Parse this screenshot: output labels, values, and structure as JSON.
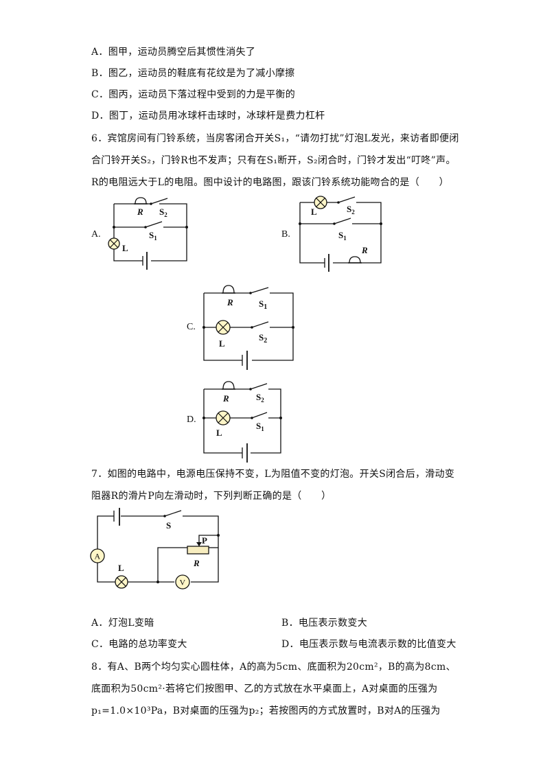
{
  "q5_options": [
    "A．图甲，运动员腾空后其惯性消失了",
    "B．图乙，运动员的鞋底有花纹是为了减小摩擦",
    "C．图丙，运动员下落过程中受到的力是平衡的",
    "D．图丁，运动员用冰球杆击球时，冰球杆是费力杠杆"
  ],
  "q6": {
    "line1": "6．宾馆房间有门铃系统，当房客闭合开关S₁，“请勿打扰”灯泡L发光，来访者即便闭",
    "line2": "合门铃开关S₂，门铃R也不发声；只有在S₁断开，S₂闭合时，门铃才发出“叮咚”声。",
    "line3": "R的电阻远大于L的电阻。图中设计的电路图，跟该门铃系统功能吻合的是（　　）",
    "option_labels": [
      "A.",
      "B.",
      "C.",
      "D."
    ]
  },
  "circuit_labels": {
    "R": "R",
    "L": "L",
    "S1": "S",
    "S2": "S",
    "sub1": "1",
    "sub2": "2",
    "S": "S",
    "P": "P"
  },
  "q7": {
    "line1": "7．如图的电路中，电源电压保持不变，L为阻值不变的灯泡。开关S闭合后，滑动变",
    "line2": "阻器R的滑片P向左滑动时，下列判断正确的是（　　）",
    "ammeter": "A",
    "voltmeter": "V",
    "options": [
      "A．灯泡L变暗",
      "B．电压表示数变大",
      "C．电路的总功率变大",
      "D．电压表示数与电流表示数的比值变大"
    ]
  },
  "q8": {
    "line1": "8．有A、B两个均匀实心圆柱体，A的高为5cm、底面积为20cm²，B的高为8cm、",
    "line2": "底面积为50cm²·若将它们按图甲、乙的方式放在水平桌面上，A对桌面的压强为",
    "line3": "p₁=1.0×10³Pa，B对桌面的压强为p₂；若按图丙的方式放置时，B对A的压强为"
  },
  "colors": {
    "lamp_fill": "#fff6c8",
    "rheostat_fill": "#f7edbf",
    "ink": "#111111"
  }
}
